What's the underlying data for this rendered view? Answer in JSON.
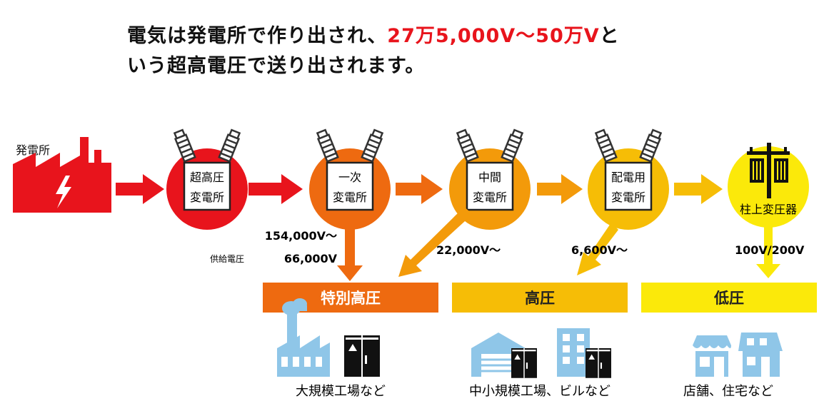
{
  "headline": {
    "line1_a": "電気は発電所で作り出され、",
    "line1_red": "27万5,000V～50万V",
    "line1_b": "と",
    "line2": "いう超高電圧で送り出されます。"
  },
  "power_plant": {
    "label": "発電所"
  },
  "stations": [
    {
      "line1": "超高圧",
      "line2": "変電所",
      "color": "#e8141c"
    },
    {
      "line1": "一次",
      "line2": "変電所",
      "color": "#ee6a10"
    },
    {
      "line1": "中間",
      "line2": "変電所",
      "color": "#f39a0a"
    },
    {
      "line1": "配電用",
      "line2": "変電所",
      "color": "#f6bd06"
    },
    {
      "line1": "柱上変圧器",
      "color": "#fbe90a"
    }
  ],
  "voltages": {
    "primary_top": "154,000V～",
    "primary_bottom": "66,000V",
    "supply_label": "供給電圧",
    "intermediate": "22,000V～",
    "distribution": "6,600V～",
    "pole": "100V/200V"
  },
  "categories": [
    {
      "label": "特別高圧",
      "color": "#ee6a10",
      "users": "大規模工場など"
    },
    {
      "label": "高圧",
      "color": "#f6bd06",
      "users": "中小規模工場、ビルなど"
    },
    {
      "label": "低圧",
      "color": "#fbe90a",
      "users": "店舗、住宅など"
    }
  ],
  "icon_color": "#8fc6e8",
  "icons": [
    "factory-icon",
    "switchgear-icon",
    "warehouse-icon",
    "building-icon",
    "shop-icon",
    "house-icon",
    "lightning-icon",
    "transformer-icon",
    "utility-pole-icon"
  ]
}
